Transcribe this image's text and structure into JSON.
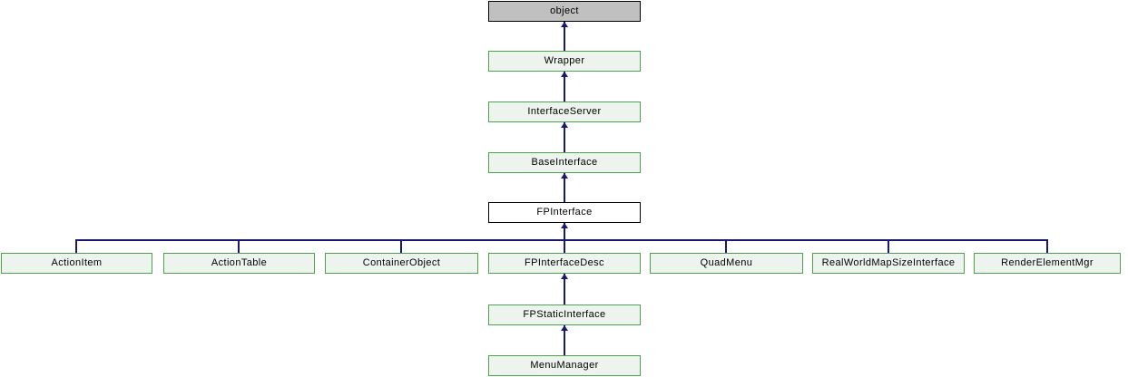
{
  "diagram": {
    "type": "class-inheritance-graph",
    "nodes": [
      {
        "label": "object",
        "style": "external-gray"
      },
      {
        "label": "Wrapper",
        "style": "documented-green"
      },
      {
        "label": "InterfaceServer",
        "style": "documented-green"
      },
      {
        "label": "BaseInterface",
        "style": "documented-green"
      },
      {
        "label": "FPInterface",
        "style": "current-white"
      },
      {
        "label": "ActionItem",
        "style": "documented-green"
      },
      {
        "label": "ActionTable",
        "style": "documented-green"
      },
      {
        "label": "ContainerObject",
        "style": "documented-green"
      },
      {
        "label": "FPInterfaceDesc",
        "style": "documented-green"
      },
      {
        "label": "QuadMenu",
        "style": "documented-green"
      },
      {
        "label": "RealWorldMapSizeInterface",
        "style": "documented-green"
      },
      {
        "label": "RenderElementMgr",
        "style": "documented-green"
      },
      {
        "label": "FPStaticInterface",
        "style": "documented-green"
      },
      {
        "label": "MenuManager",
        "style": "documented-green"
      }
    ],
    "edges": [
      {
        "from": "Wrapper",
        "to": "object"
      },
      {
        "from": "InterfaceServer",
        "to": "Wrapper"
      },
      {
        "from": "BaseInterface",
        "to": "InterfaceServer"
      },
      {
        "from": "FPInterface",
        "to": "BaseInterface"
      },
      {
        "from": "ActionItem",
        "to": "FPInterface"
      },
      {
        "from": "ActionTable",
        "to": "FPInterface"
      },
      {
        "from": "ContainerObject",
        "to": "FPInterface"
      },
      {
        "from": "FPInterfaceDesc",
        "to": "FPInterface"
      },
      {
        "from": "QuadMenu",
        "to": "FPInterface"
      },
      {
        "from": "RealWorldMapSizeInterface",
        "to": "FPInterface"
      },
      {
        "from": "RenderElementMgr",
        "to": "FPInterface"
      },
      {
        "from": "FPStaticInterface",
        "to": "FPInterfaceDesc"
      },
      {
        "from": "MenuManager",
        "to": "FPStaticInterface"
      }
    ],
    "colors": {
      "background": "#ffffff",
      "edge": "#191970",
      "documented_border": "#4ea24e",
      "documented_fill": "#edf4ed",
      "external_fill": "#c0c0c0",
      "current_fill": "#ffffff",
      "box_border_black": "#000000",
      "text": "#000000"
    }
  }
}
